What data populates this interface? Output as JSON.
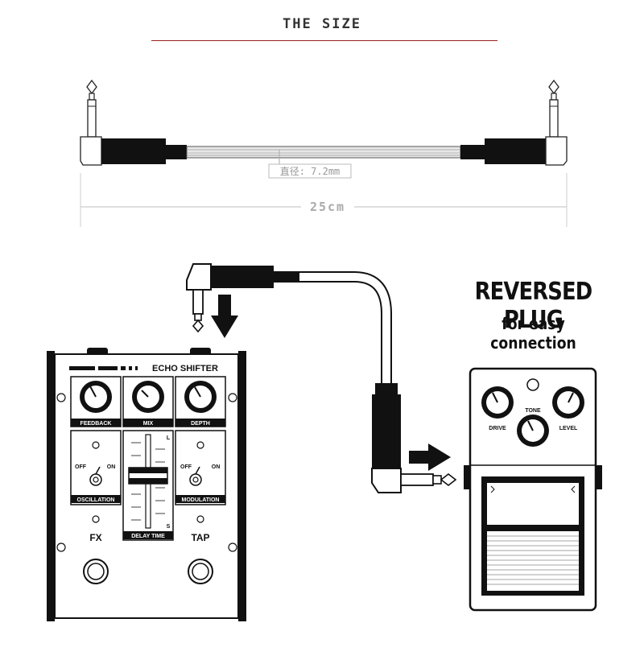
{
  "header": {
    "title": "THE SIZE"
  },
  "cable": {
    "diameter_label": "直径: 7.2mm",
    "length_label": "25cm"
  },
  "promo": {
    "headline": "REVERSED PLUG",
    "subline": "for easy connection"
  },
  "echo_pedal": {
    "name": "ECHO SHIFTER",
    "knob_labels": [
      "FEEDBACK",
      "MIX",
      "DEPTH"
    ],
    "oscillation_label": "OSCILLATION",
    "modulation_label": "MODULATION",
    "off_label": "OFF",
    "on_label": "ON",
    "slider_label": "DELAY TIME",
    "slider_top": "L",
    "slider_bottom": "S",
    "fx_label": "FX",
    "tap_label": "TAP"
  },
  "drive_pedal": {
    "knob_labels": [
      "DRIVE",
      "TONE",
      "LEVEL"
    ]
  }
}
